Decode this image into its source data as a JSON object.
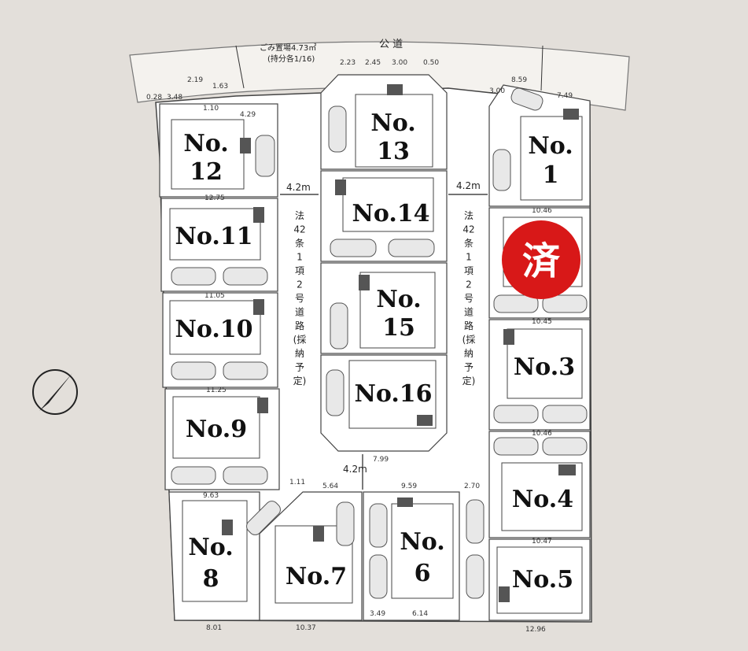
{
  "road": {
    "label": "公 道"
  },
  "garbage": {
    "label": "ごみ置場4.73㎡",
    "sub": "(持分各1/16)"
  },
  "setback_left": "4.2m",
  "setback_right": "4.2m",
  "setback_bottom": "4.2m",
  "road_note_left": [
    "法",
    "42",
    "条",
    "1",
    "項",
    "2",
    "号",
    "道",
    "路",
    "(採",
    "納",
    "予",
    "定)"
  ],
  "road_note_right": [
    "法",
    "42",
    "条",
    "1",
    "項",
    "2",
    "号",
    "道",
    "路",
    "(採",
    "納",
    "予",
    "定)"
  ],
  "sold_badge": "済",
  "lots": [
    {
      "id": "1",
      "l1": "No.",
      "l2": "1"
    },
    {
      "id": "3",
      "l1": "No.3",
      "l2": ""
    },
    {
      "id": "4",
      "l1": "No.4",
      "l2": ""
    },
    {
      "id": "5",
      "l1": "No.5",
      "l2": ""
    },
    {
      "id": "6",
      "l1": "No.",
      "l2": "6"
    },
    {
      "id": "7",
      "l1": "No.7",
      "l2": ""
    },
    {
      "id": "8",
      "l1": "No.",
      "l2": "8"
    },
    {
      "id": "9",
      "l1": "No.9",
      "l2": ""
    },
    {
      "id": "10",
      "l1": "No.10",
      "l2": ""
    },
    {
      "id": "11",
      "l1": "No.11",
      "l2": ""
    },
    {
      "id": "12",
      "l1": "No.",
      "l2": "12"
    },
    {
      "id": "13",
      "l1": "No.",
      "l2": "13"
    },
    {
      "id": "14",
      "l1": "No.14",
      "l2": ""
    },
    {
      "id": "15",
      "l1": "No.",
      "l2": "15"
    },
    {
      "id": "16",
      "l1": "No.16",
      "l2": ""
    }
  ],
  "dims": {
    "d1": "0.28",
    "d2": "3.48",
    "d3": "2.19",
    "d4": "1.63",
    "d5": "1.10",
    "d6": "4.29",
    "d7": "2.23",
    "d8": "2.45",
    "d9": "3.00",
    "d10": "0.50",
    "d11": "3.00",
    "d12": "8.59",
    "d13": "7.49",
    "d14": "10.46",
    "d15": "10.45",
    "d16": "10.46",
    "d17": "10.47",
    "d18": "12.96",
    "d19": "11.05",
    "d20": "11.25",
    "d21": "9.63",
    "d22": "1.11",
    "d23": "5.64",
    "d24": "9.59",
    "d25": "2.70",
    "d26": "8.01",
    "d27": "10.37",
    "d28": "3.49",
    "d29": "6.14",
    "d30": "7.99",
    "d31": "12.75"
  }
}
